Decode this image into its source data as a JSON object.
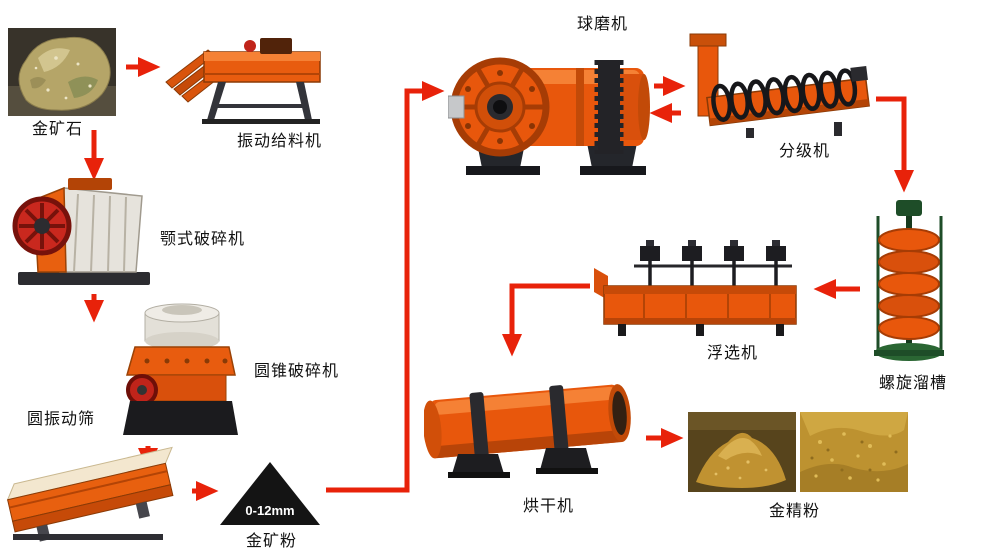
{
  "flow": {
    "nodes": {
      "ore": {
        "label": "金矿石"
      },
      "feeder": {
        "label": "振动给料机"
      },
      "jaw_crusher": {
        "label": "颚式破碎机"
      },
      "cone_crusher": {
        "label": "圆锥破碎机"
      },
      "vibrating_screen": {
        "label": "圆振动筛"
      },
      "ore_powder": {
        "label": "金矿粉",
        "size_text": "0-12mm"
      },
      "ball_mill": {
        "label": "球磨机"
      },
      "classifier": {
        "label": "分级机"
      },
      "spiral_chute": {
        "label": "螺旋溜槽"
      },
      "flotation_machine": {
        "label": "浮选机"
      },
      "dryer": {
        "label": "烘干机"
      },
      "gold_concentrate": {
        "label": "金精粉"
      }
    },
    "connections": [
      {
        "from": "ore",
        "to": "feeder"
      },
      {
        "from": "feeder",
        "to": "jaw_crusher"
      },
      {
        "from": "jaw_crusher",
        "to": "cone_crusher"
      },
      {
        "from": "cone_crusher",
        "to": "vibrating_screen"
      },
      {
        "from": "vibrating_screen",
        "to": "ore_powder"
      },
      {
        "from": "ore_powder",
        "to": "ball_mill"
      },
      {
        "from": "ball_mill",
        "to": "classifier"
      },
      {
        "from": "classifier",
        "to": "ball_mill"
      },
      {
        "from": "classifier",
        "to": "spiral_chute"
      },
      {
        "from": "spiral_chute",
        "to": "flotation_machine"
      },
      {
        "from": "flotation_machine",
        "to": "dryer"
      },
      {
        "from": "dryer",
        "to": "gold_concentrate"
      }
    ],
    "colors": {
      "arrow": "#e8220a",
      "machine_orange": "#e8570c",
      "background": "#ffffff",
      "label_text": "#111111"
    }
  }
}
